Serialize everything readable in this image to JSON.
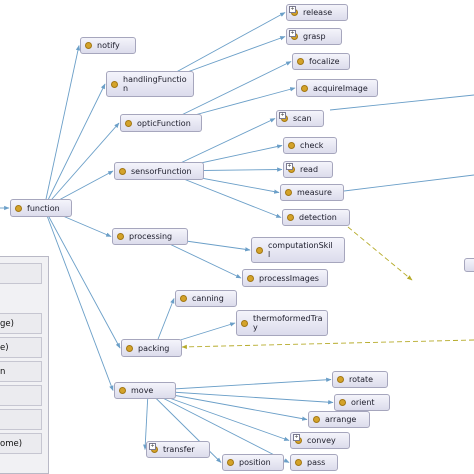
{
  "nodes": [
    {
      "id": "function",
      "label": "function"
    },
    {
      "id": "notify",
      "label": "notify"
    },
    {
      "id": "handlingFunction",
      "label": "handlingFunctio\nn"
    },
    {
      "id": "opticFunction",
      "label": "opticFunction"
    },
    {
      "id": "sensorFunction",
      "label": "sensorFunction"
    },
    {
      "id": "processing",
      "label": "processing"
    },
    {
      "id": "packing",
      "label": "packing"
    },
    {
      "id": "move",
      "label": "move"
    },
    {
      "id": "release",
      "label": "release",
      "expand": true
    },
    {
      "id": "grasp",
      "label": "grasp",
      "expand": true
    },
    {
      "id": "focalize",
      "label": "focalize"
    },
    {
      "id": "acquireImage",
      "label": "acquireImage"
    },
    {
      "id": "scan",
      "label": "scan",
      "expand": true
    },
    {
      "id": "check",
      "label": "check"
    },
    {
      "id": "read",
      "label": "read",
      "expand": true
    },
    {
      "id": "measure",
      "label": "measure"
    },
    {
      "id": "detection",
      "label": "detection"
    },
    {
      "id": "computationSkill",
      "label": "computationSkil\nl"
    },
    {
      "id": "processImages",
      "label": "processImages"
    },
    {
      "id": "canning",
      "label": "canning"
    },
    {
      "id": "thermoformedTray",
      "label": "thermoformedTra\ny"
    },
    {
      "id": "rotate",
      "label": "rotate"
    },
    {
      "id": "orient",
      "label": "orient"
    },
    {
      "id": "arrange",
      "label": "arrange"
    },
    {
      "id": "convey",
      "label": "convey",
      "expand": true
    },
    {
      "id": "transfer",
      "label": "transfer",
      "expand": true
    },
    {
      "id": "position",
      "label": "position"
    },
    {
      "id": "pass",
      "label": "pass"
    }
  ],
  "edges": [
    [
      "function",
      "notify"
    ],
    [
      "function",
      "handlingFunction"
    ],
    [
      "function",
      "opticFunction"
    ],
    [
      "function",
      "sensorFunction"
    ],
    [
      "function",
      "processing"
    ],
    [
      "function",
      "packing"
    ],
    [
      "function",
      "move"
    ],
    [
      "handlingFunction",
      "release"
    ],
    [
      "handlingFunction",
      "grasp"
    ],
    [
      "opticFunction",
      "focalize"
    ],
    [
      "opticFunction",
      "acquireImage"
    ],
    [
      "sensorFunction",
      "scan"
    ],
    [
      "sensorFunction",
      "check"
    ],
    [
      "sensorFunction",
      "read"
    ],
    [
      "sensorFunction",
      "measure"
    ],
    [
      "sensorFunction",
      "detection"
    ],
    [
      "processing",
      "computationSkill"
    ],
    [
      "processing",
      "processImages"
    ],
    [
      "packing",
      "canning"
    ],
    [
      "packing",
      "thermoformedTray"
    ],
    [
      "move",
      "rotate"
    ],
    [
      "move",
      "orient"
    ],
    [
      "move",
      "arrange"
    ],
    [
      "move",
      "convey"
    ],
    [
      "move",
      "transfer"
    ],
    [
      "move",
      "position"
    ],
    [
      "move",
      "pass"
    ]
  ],
  "panel_rows": [
    "",
    "ge)",
    "e)",
    "n",
    "",
    "",
    "ome)"
  ]
}
